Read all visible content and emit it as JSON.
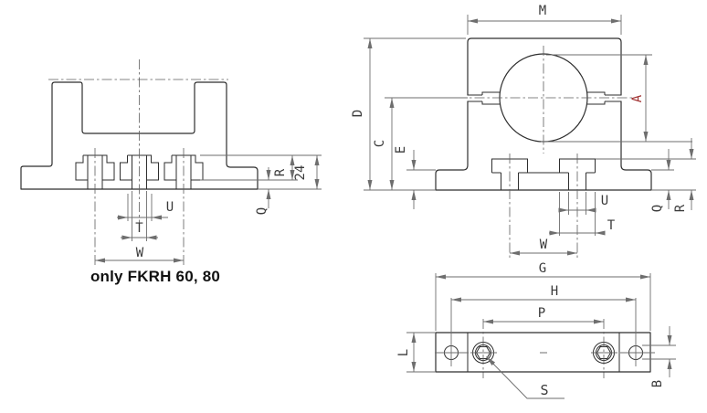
{
  "note": {
    "text": "only FKRH 60, 80"
  },
  "colors": {
    "background": "#ffffff",
    "outline": "#2e2e2e",
    "dimension_lines": "#6e6e6e",
    "centerlines": "#5e5e5e",
    "labels": "#3a3a3a",
    "accent_dimension": "#a03030",
    "note_text": "#111111"
  },
  "front_view": {
    "description": "front section view of base with three T-slots",
    "labels": {
      "u": "U",
      "t": "T",
      "w": "W",
      "q": "Q",
      "r": "R",
      "h24": "24"
    }
  },
  "side_view": {
    "description": "side view of clamp block with bore and split slit",
    "labels": {
      "m": "M",
      "a": "A",
      "d": "D",
      "c": "C",
      "e": "E",
      "u": "U",
      "t": "T",
      "w": "W",
      "q": "Q",
      "r": "R"
    }
  },
  "bottom_view": {
    "description": "plan view of base plate with two through holes and two socket head screws",
    "labels": {
      "g": "G",
      "h": "H",
      "p": "P",
      "l": "L",
      "b": "B",
      "s": "S"
    }
  }
}
